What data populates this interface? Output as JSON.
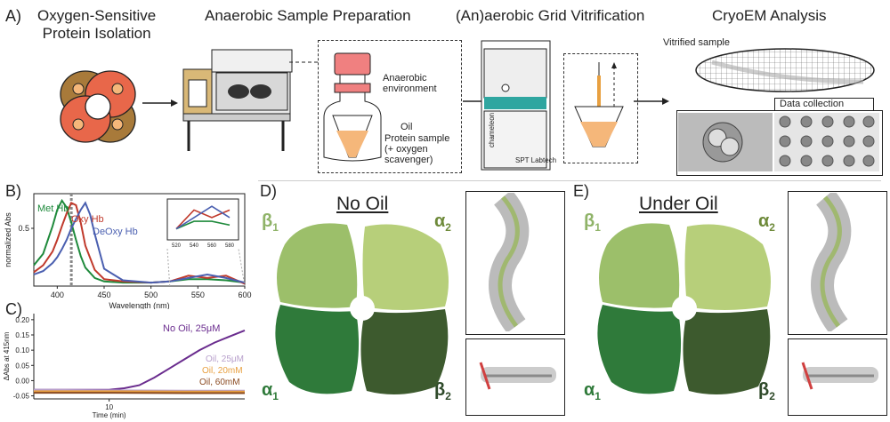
{
  "labels": {
    "A": "A)",
    "B": "B)",
    "C": "C)",
    "D": "D)",
    "E": "E)"
  },
  "stages": {
    "isolation": "Oxygen-Sensitive\nProtein Isolation",
    "preparation": "Anaerobic Sample Preparation",
    "vitrification": "(An)aerobic Grid Vitrification",
    "analysis": "CryoEM Analysis"
  },
  "annotations": {
    "anaerobic_env": "Anaerobic\nenvironment",
    "oil": "Oil",
    "protein_sample": "Protein sample\n(+ oxygen\nscavenger)",
    "chameleon": "chameleon",
    "spt": "SPT Labtech",
    "vitrified_sample": "Vitrified sample",
    "data_collection": "Data collection"
  },
  "panelD": {
    "title": "No Oil",
    "beta1": "β",
    "beta1_sub": "1",
    "alpha2": "α",
    "alpha2_sub": "2",
    "alpha1": "α",
    "alpha1_sub": "1",
    "beta2": "β",
    "beta2_sub": "2"
  },
  "panelE": {
    "title": "Under Oil",
    "beta1": "β",
    "beta1_sub": "1",
    "alpha2": "α",
    "alpha2_sub": "2",
    "alpha1": "α",
    "alpha1_sub": "1",
    "beta2": "β",
    "beta2_sub": "2"
  },
  "chart_data": [
    {
      "type": "line",
      "ylabel": "normalized Abs",
      "xlabel": "Wavelength (nm)",
      "xlim": [
        375,
        600
      ],
      "x_ticks": [
        400,
        450,
        500,
        550,
        600
      ],
      "y_ticks": [
        0.5
      ],
      "series": [
        {
          "name": "Met Hb",
          "color": "#1f8a3c",
          "x": [
            375,
            385,
            395,
            400,
            405,
            410,
            415,
            420,
            425,
            430,
            440,
            450,
            470,
            500,
            520,
            540,
            560,
            580,
            600
          ],
          "y": [
            0.18,
            0.28,
            0.52,
            0.66,
            0.74,
            0.68,
            0.55,
            0.4,
            0.26,
            0.16,
            0.07,
            0.04,
            0.03,
            0.03,
            0.04,
            0.06,
            0.06,
            0.05,
            0.03
          ]
        },
        {
          "name": "Oxy Hb",
          "color": "#c0392b",
          "x": [
            375,
            385,
            395,
            400,
            405,
            410,
            415,
            420,
            425,
            430,
            440,
            450,
            470,
            500,
            520,
            540,
            560,
            580,
            600
          ],
          "y": [
            0.12,
            0.18,
            0.3,
            0.4,
            0.52,
            0.63,
            0.72,
            0.7,
            0.55,
            0.35,
            0.14,
            0.06,
            0.04,
            0.03,
            0.04,
            0.09,
            0.07,
            0.09,
            0.02
          ]
        },
        {
          "name": "DeOxy Hb",
          "color": "#4a5fb0",
          "x": [
            375,
            385,
            395,
            400,
            405,
            410,
            415,
            420,
            425,
            430,
            435,
            440,
            450,
            470,
            500,
            520,
            540,
            560,
            580,
            600
          ],
          "y": [
            0.1,
            0.13,
            0.2,
            0.25,
            0.32,
            0.4,
            0.5,
            0.58,
            0.66,
            0.72,
            0.62,
            0.45,
            0.15,
            0.05,
            0.03,
            0.04,
            0.07,
            0.1,
            0.07,
            0.03
          ]
        }
      ],
      "inset_x_ticks": [
        520,
        540,
        560,
        580
      ],
      "marker_x": 415
    },
    {
      "type": "line",
      "ylabel": "ΔAbs at 415nm",
      "xlabel": "Time (min)",
      "xlim": [
        0,
        28
      ],
      "ylim": [
        -0.06,
        0.22
      ],
      "x_ticks": [
        10
      ],
      "y_ticks": [
        -0.05,
        0.0,
        0.05,
        0.1,
        0.15,
        0.2
      ],
      "y_tick_labels": [
        "-0.05",
        "0.00",
        "0.05",
        "0.10",
        "0.15",
        "0.20"
      ],
      "series": [
        {
          "name": "No Oil, 25μM",
          "color": "#6a2c8e",
          "x": [
            0,
            5,
            10,
            12,
            14,
            16,
            18,
            20,
            22,
            24,
            26,
            28
          ],
          "y": [
            -0.03,
            -0.03,
            -0.03,
            -0.025,
            -0.015,
            0.01,
            0.04,
            0.07,
            0.1,
            0.125,
            0.145,
            0.165
          ]
        },
        {
          "name": "Oil,  25μM",
          "color": "#b8a0cc",
          "x": [
            0,
            10,
            20,
            28
          ],
          "y": [
            -0.03,
            -0.032,
            -0.033,
            -0.033
          ]
        },
        {
          "name": "Oil, 20mM",
          "color": "#e8a040",
          "x": [
            0,
            10,
            20,
            28
          ],
          "y": [
            -0.035,
            -0.035,
            -0.036,
            -0.036
          ]
        },
        {
          "name": "Oil, 60mM",
          "color": "#8a4a20",
          "x": [
            0,
            10,
            20,
            28
          ],
          "y": [
            -0.04,
            -0.04,
            -0.041,
            -0.041
          ]
        }
      ]
    }
  ]
}
